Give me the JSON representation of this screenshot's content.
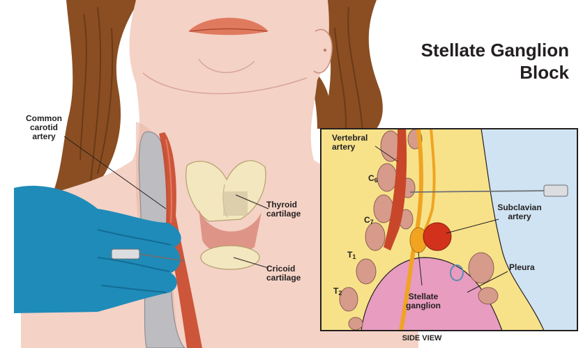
{
  "title": {
    "line1": "Stellate Ganglion",
    "line2": "Block"
  },
  "labels": {
    "common_carotid": [
      "Common",
      "carotid",
      "artery"
    ],
    "thyroid": [
      "Thyroid",
      "cartilage"
    ],
    "cricoid": [
      "Cricoid",
      "cartilage"
    ],
    "vertebral": [
      "Vertebral",
      "artery"
    ],
    "subclavian": [
      "Subclavian",
      "artery"
    ],
    "pleura": "Pleura",
    "stellate": [
      "Stellate",
      "ganglion"
    ],
    "side_view": "SIDE VIEW"
  },
  "vertebrae": [
    {
      "letter": "C",
      "num": "6"
    },
    {
      "letter": "C",
      "num": "7"
    },
    {
      "letter": "T",
      "num": "1"
    },
    {
      "letter": "T",
      "num": "2"
    }
  ],
  "colors": {
    "skin": "#f4d2c6",
    "skin_shadow": "#e9b8a8",
    "hair": "#8a4e22",
    "hair_dark": "#6b3a17",
    "glove": "#1f8bb9",
    "artery": "#c8472a",
    "cartilage": "#f3e7bf",
    "inset_fat": "#f7e28a",
    "inset_water": "#cfe3f2",
    "pleura": "#e89cc0",
    "bone": "#d79b8b",
    "nerve": "#f0a422",
    "frame": "#231f20"
  }
}
